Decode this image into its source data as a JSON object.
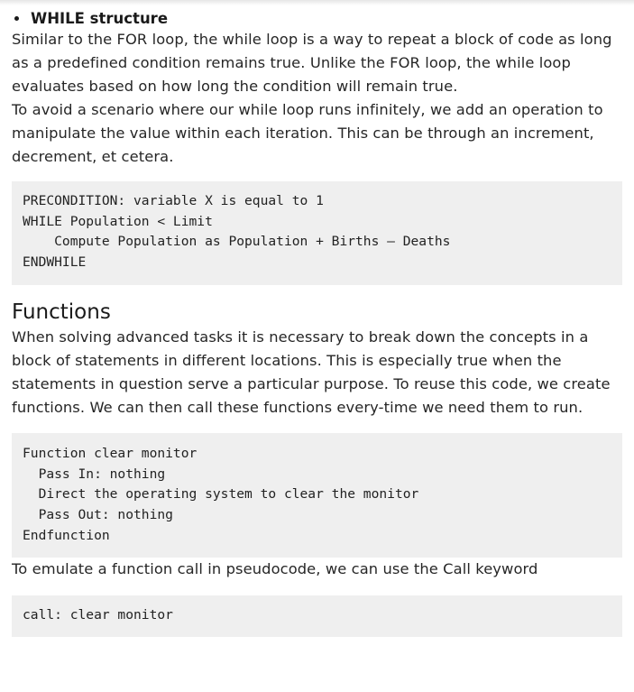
{
  "while_section": {
    "bullet_title": "WHILE structure",
    "para1": "Similar to the FOR loop, the while loop is a way to repeat a block of code as long as a predefined condition remains true. Unlike the FOR loop, the while loop evaluates based on how long the condition will remain true.",
    "para2": "To avoid a scenario where our while loop runs infinitely, we add an operation to manipulate the value within each iteration. This can be through an increment, decrement, et cetera.",
    "code_lines": [
      "PRECONDITION: variable X is equal to 1",
      "WHILE Population < Limit",
      "    Compute Population as Population + Births — Deaths",
      "ENDWHILE"
    ]
  },
  "functions_section": {
    "heading": "Functions",
    "para1": "When solving advanced tasks it is necessary to break down the concepts in a block of statements in different locations. This is especially true when the statements in question serve a particular purpose. To reuse this code, we create functions. We can then call these functions every-time we need them to run.",
    "code_lines": [
      "Function clear monitor",
      "  Pass In: nothing",
      "  Direct the operating system to clear the monitor",
      "  Pass Out: nothing",
      "Endfunction"
    ],
    "para2": "To emulate a function call in pseudocode, we can use the Call keyword",
    "call_code_lines": [
      "call: clear monitor"
    ]
  }
}
